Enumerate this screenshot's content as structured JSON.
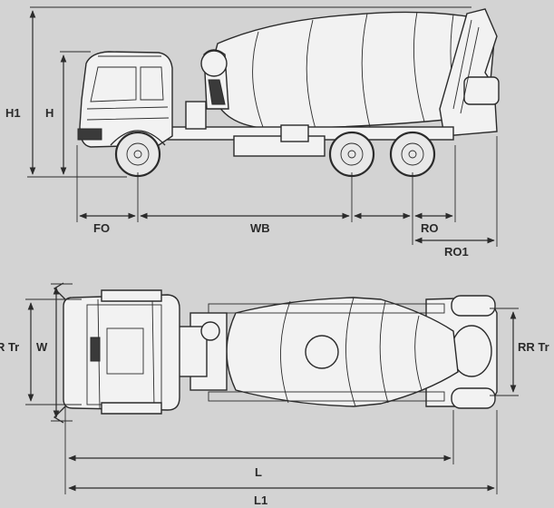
{
  "labels": {
    "h1": "H1",
    "h": "H",
    "fo": "FO",
    "wb": "WB",
    "ro": "RO",
    "ro1": "RO1",
    "fr_tr": "FR Tr",
    "w": "W",
    "rr_tr": "RR Tr",
    "l": "L",
    "l1": "L1"
  }
}
